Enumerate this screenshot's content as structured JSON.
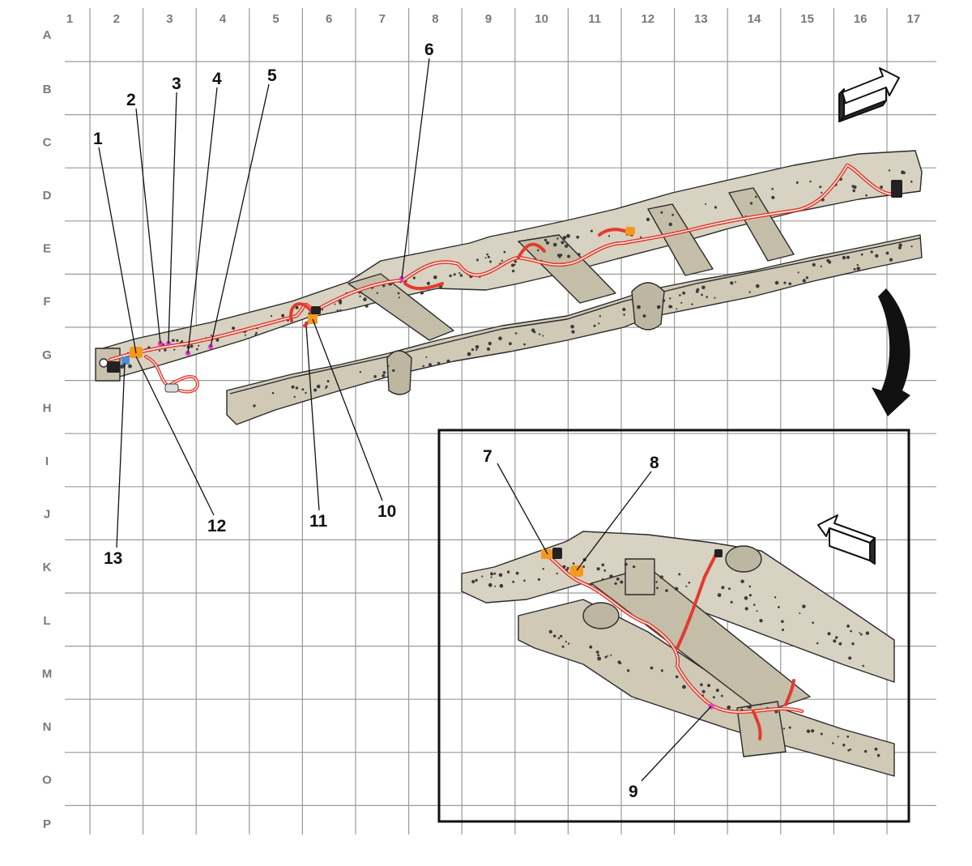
{
  "grid": {
    "columns": [
      "1",
      "2",
      "3",
      "4",
      "5",
      "6",
      "7",
      "8",
      "9",
      "10",
      "11",
      "12",
      "13",
      "14",
      "15",
      "16",
      "17"
    ],
    "rows": [
      "A",
      "B",
      "C",
      "D",
      "E",
      "F",
      "G",
      "H",
      "I",
      "J",
      "K",
      "L",
      "M",
      "N",
      "O",
      "P"
    ]
  },
  "callouts": [
    "1",
    "2",
    "3",
    "4",
    "5",
    "6",
    "7",
    "8",
    "9",
    "10",
    "11",
    "12",
    "13"
  ],
  "colors": {
    "frame": "#d7d2c1",
    "frame_stroke": "#2a2a2a",
    "harness": "#e23b2e",
    "connector": "#f39a1e",
    "splice": "#e040c8",
    "ground": "#4a8fd6",
    "grid_line": "#9a9a9a",
    "label": "#7a7a7a"
  },
  "icons": [
    "forward-direction-arrow-icon",
    "rear-direction-arrow-icon",
    "view-rotation-arrow-icon"
  ]
}
